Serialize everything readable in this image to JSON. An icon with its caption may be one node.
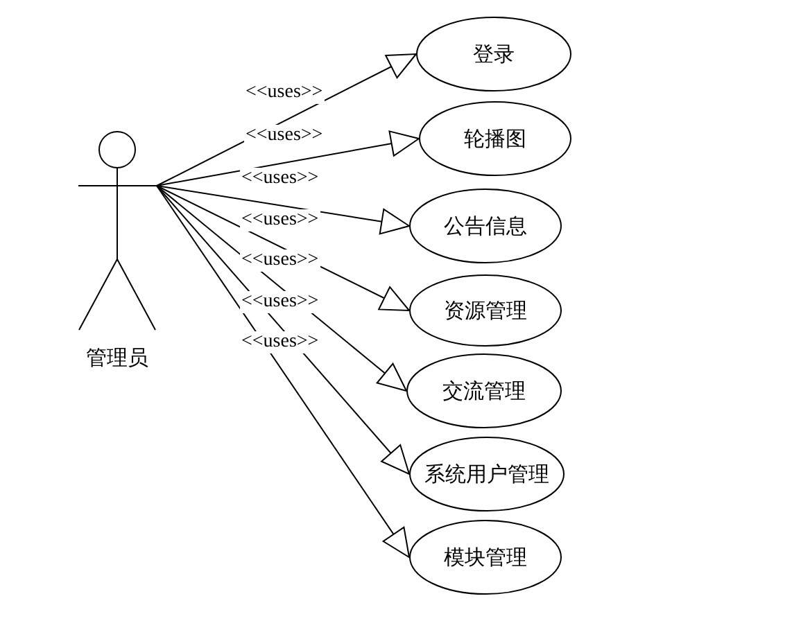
{
  "diagram": {
    "nodes": [
      {
        "text": [
          "管理员"
        ]
      },
      {
        "text": [
          "登录"
        ]
      },
      {
        "text": [
          "轮播图"
        ]
      },
      {
        "text": [
          "公告信息"
        ]
      },
      {
        "text": [
          "资源管理"
        ]
      },
      {
        "text": [
          "交流管理"
        ]
      },
      {
        "text": [
          "系统用户管理"
        ]
      },
      {
        "text": [
          "模块管理"
        ]
      }
    ],
    "edges": [
      {
        "from": 0,
        "to": 1,
        "arrow": "to",
        "label": "<<uses>>"
      },
      {
        "from": 0,
        "to": 2,
        "arrow": "to",
        "label": "<<uses>>"
      },
      {
        "from": 0,
        "to": 3,
        "arrow": "to",
        "label": "<<uses>>"
      },
      {
        "from": 0,
        "to": 4,
        "arrow": "to",
        "label": "<<uses>>"
      },
      {
        "from": 0,
        "to": 5,
        "arrow": "to",
        "label": "<<uses>>"
      },
      {
        "from": 0,
        "to": 6,
        "arrow": "to",
        "label": "<<uses>>"
      },
      {
        "from": 0,
        "to": 7,
        "arrow": "to",
        "label": "<<uses>>"
      }
    ]
  }
}
